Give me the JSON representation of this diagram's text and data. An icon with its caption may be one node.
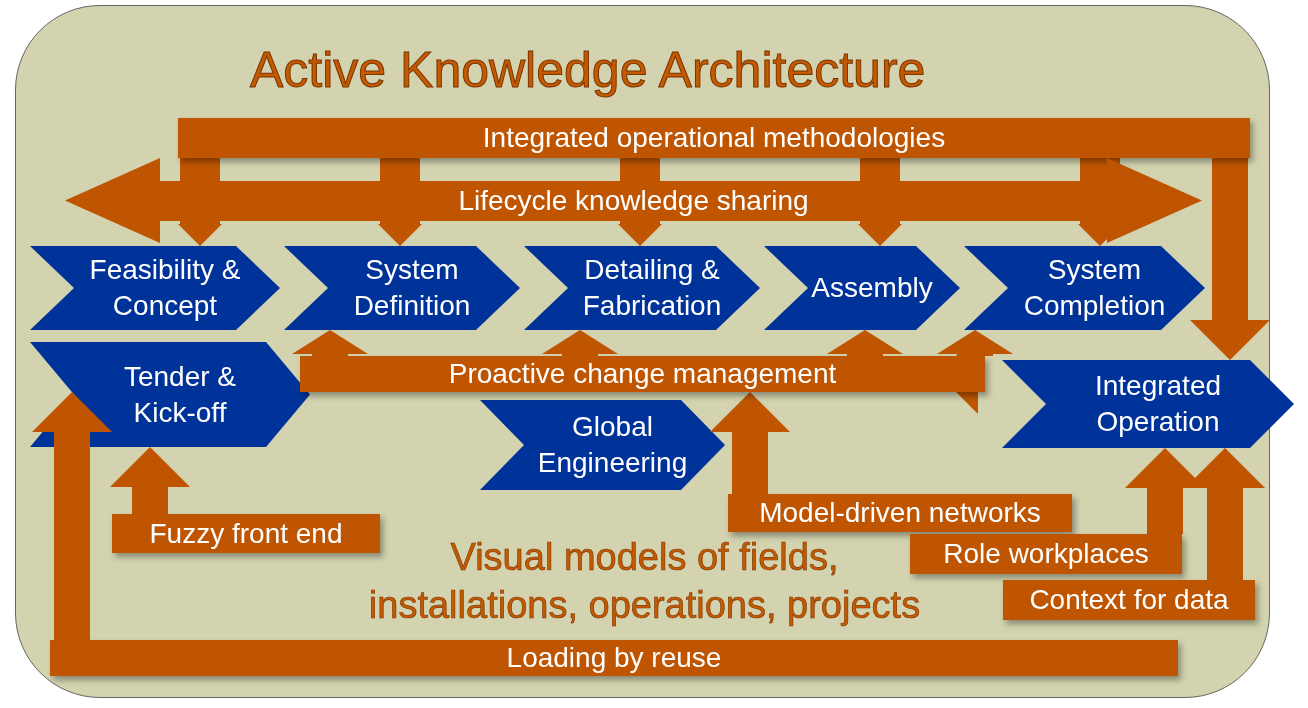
{
  "diagram": {
    "title": "Active Knowledge Architecture",
    "nodes": [
      {
        "text": [
          "Feasibility & Concept"
        ]
      },
      {
        "text": [
          "System Definition"
        ]
      },
      {
        "text": [
          "Detailing & Fabrication"
        ]
      },
      {
        "text": [
          "Assembly"
        ]
      },
      {
        "text": [
          "System Completion"
        ]
      },
      {
        "text": [
          "Tender & Kick-off"
        ]
      },
      {
        "text": [
          "Global Engineering"
        ]
      },
      {
        "text": [
          "Integrated Operation"
        ]
      },
      {
        "text": [
          "Integrated operational methodologies"
        ]
      },
      {
        "text": [
          "Lifecycle knowledge sharing"
        ]
      },
      {
        "text": [
          "Proactive change management"
        ]
      },
      {
        "text": [
          "Model-driven networks"
        ]
      },
      {
        "text": [
          "Fuzzy front end"
        ]
      },
      {
        "text": [
          "Role workplaces"
        ]
      },
      {
        "text": [
          "Context for data"
        ]
      },
      {
        "text": [
          "Loading by reuse"
        ]
      }
    ],
    "edges": [
      {
        "from": 8,
        "to": 9,
        "arrow": "none"
      },
      {
        "from": 8,
        "to": 9,
        "arrow": "none"
      },
      {
        "from": 8,
        "to": 9,
        "arrow": "none"
      },
      {
        "from": 8,
        "to": 9,
        "arrow": "none"
      },
      {
        "from": 8,
        "to": 9,
        "arrow": "none"
      },
      {
        "from": 9,
        "to": 0,
        "arrow": "to"
      },
      {
        "from": 9,
        "to": 1,
        "arrow": "to"
      },
      {
        "from": 9,
        "to": 2,
        "arrow": "to"
      },
      {
        "from": 9,
        "to": 3,
        "arrow": "to"
      },
      {
        "from": 9,
        "to": 4,
        "arrow": "to"
      },
      {
        "from": 8,
        "to": 7,
        "arrow": "to"
      },
      {
        "from": 10,
        "to": 1,
        "arrow": "to"
      },
      {
        "from": 10,
        "to": 2,
        "arrow": "to"
      },
      {
        "from": 10,
        "to": 3,
        "arrow": "to"
      },
      {
        "from": 10,
        "to": 4,
        "arrow": "to"
      },
      {
        "from": 10,
        "to": 7,
        "arrow": "to"
      },
      {
        "from": 11,
        "to": 10,
        "arrow": "to"
      },
      {
        "from": 12,
        "to": 5,
        "arrow": "to"
      },
      {
        "from": 15,
        "to": 5,
        "arrow": "to"
      },
      {
        "from": 13,
        "to": 7,
        "arrow": "to"
      },
      {
        "from": 14,
        "to": 7,
        "arrow": "to"
      }
    ],
    "labels": [
      "Visual models of fields, installations, operations, projects"
    ]
  }
}
